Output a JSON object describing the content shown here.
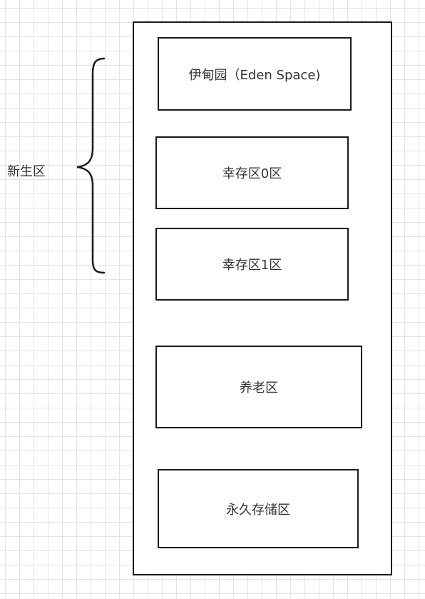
{
  "diagram": {
    "young_generation_label": "新生区",
    "blocks": [
      {
        "id": "eden",
        "label": "伊甸园（Eden Space)"
      },
      {
        "id": "survivor0",
        "label": "幸存区0区"
      },
      {
        "id": "survivor1",
        "label": "幸存区1区"
      },
      {
        "id": "old",
        "label": "养老区"
      },
      {
        "id": "permanent",
        "label": "永久存储区"
      }
    ]
  },
  "colors": {
    "stroke": "#1a1a1a",
    "text": "#333333",
    "grid": "#e4e4e4",
    "background": "#ffffff"
  }
}
